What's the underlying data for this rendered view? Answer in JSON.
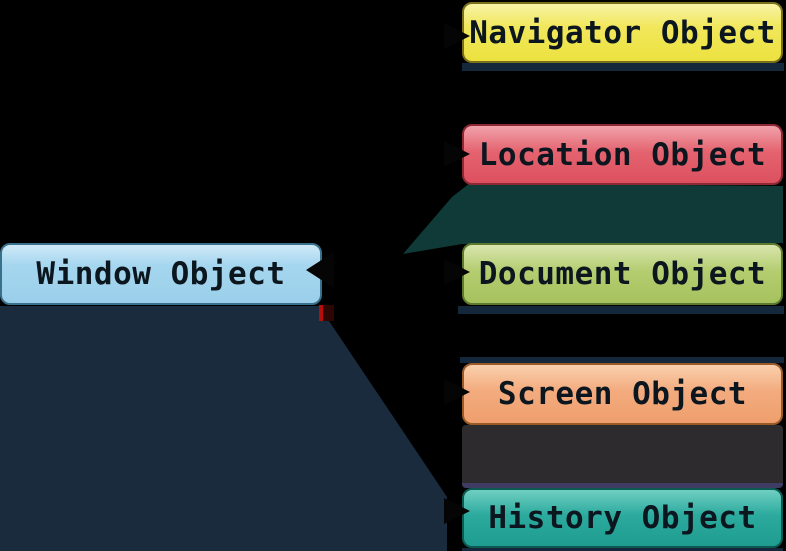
{
  "diagram": {
    "background_color": "#000000",
    "text_color": "#0c161e",
    "root": {
      "label": "Window Object",
      "fill": "#a5d6ef",
      "border": "#39708c"
    },
    "children": [
      {
        "id": "navigator",
        "label": "Navigator Object",
        "fill": "#f1e75c",
        "border": "#7a6f1a"
      },
      {
        "id": "location",
        "label": "Location Object",
        "fill": "#e4636f",
        "border": "#8c2934"
      },
      {
        "id": "document",
        "label": "Document Object",
        "fill": "#b4cd70",
        "border": "#5c7a2d"
      },
      {
        "id": "screen",
        "label": "Screen Object",
        "fill": "#f3ab7e",
        "border": "#9a5a28"
      },
      {
        "id": "history",
        "label": "History Object",
        "fill": "#2caa9e",
        "border": "#0d5a53"
      }
    ],
    "connectors": {
      "window_shadow_color": "#1a2b3d",
      "location_wedge_color": "#0f3a37",
      "arrowhead_color": "#050505",
      "hidden_band_color": "#2d2b2e",
      "hidden_band_line_color": "#3e3c63",
      "red_tick_color": "#b80d0d",
      "red_tick_dark_color": "#2e0505"
    }
  }
}
